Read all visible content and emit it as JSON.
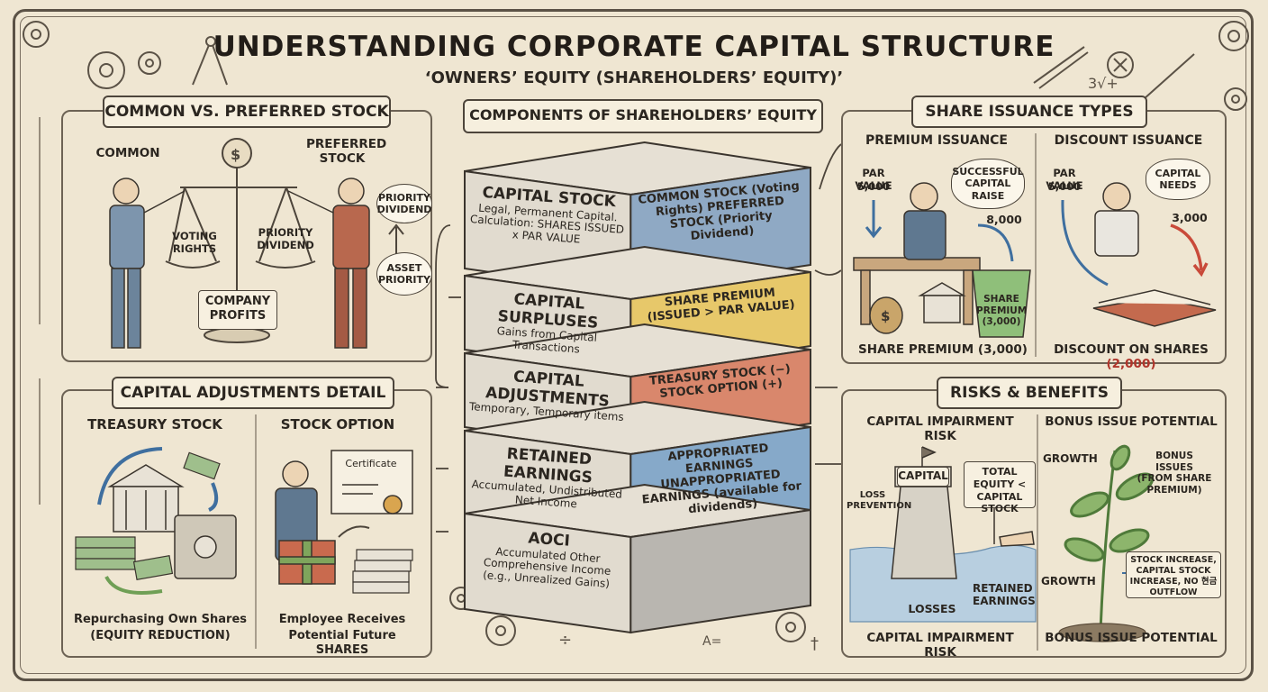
{
  "title": "UNDERSTANDING CORPORATE CAPITAL STRUCTURE",
  "subtitle": "‘OWNERS’ EQUITY (SHAREHOLDERS’ EQUITY)’",
  "common_vs_preferred": {
    "heading": "COMMON VS. PREFERRED STOCK",
    "common_label": "COMMON",
    "preferred_label": "PREFERRED STOCK",
    "voting_rights": "VOTING RIGHTS",
    "priority_dividend_pan": "PRIORITY DIVIDEND",
    "company_profits": "COMPANY PROFITS",
    "priority_dividend_bubble": "PRIORITY DIVIDEND",
    "asset_priority": "ASSET PRIORITY"
  },
  "capital_adjustments": {
    "heading": "CAPITAL ADJUSTMENTS DETAIL",
    "treasury_title": "TREASURY STOCK",
    "option_title": "STOCK OPTION",
    "certificate": "Certificate",
    "treasury_caption_1": "Repurchasing Own Shares",
    "treasury_caption_2": "(EQUITY REDUCTION)",
    "option_caption_1": "Employee Receives",
    "option_caption_2": "Potential Future SHARES"
  },
  "components": {
    "heading": "COMPONENTS OF SHAREHOLDERS’ EQUITY",
    "layers": [
      {
        "name": "CAPITAL STOCK",
        "desc": "Legal, Permanent Capital. Calculation: SHARES ISSUED x PAR VALUE",
        "side": "COMMON STOCK (Voting Rights) PREFERRED STOCK (Priority Dividend)",
        "color": "#8fa9c4"
      },
      {
        "name": "CAPITAL SURPLUSES",
        "desc": "Gains from Capital Transactions",
        "side": "SHARE PREMIUM (ISSUED > PAR VALUE)",
        "color": "#e7c86a"
      },
      {
        "name": "CAPITAL ADJUSTMENTS",
        "desc": "Temporary, Temporary items",
        "side": "TREASURY STOCK (−) STOCK OPTION (+)",
        "color": "#d9876c"
      },
      {
        "name": "RETAINED EARNINGS",
        "desc": "Accumulated, Undistributed Net Income",
        "side": "APPROPRIATED EARNINGS UNAPPROPRIATED EARNINGS (available for dividends)",
        "color": "#86a9c9"
      },
      {
        "name": "AOCI",
        "desc": "Accumulated Other Comprehensive Income (e.g., Unrealized Gains)",
        "side": "",
        "color": "#b9b6b0"
      }
    ]
  },
  "share_issuance": {
    "heading": "SHARE ISSUANCE TYPES",
    "premium_title": "PREMIUM ISSUANCE",
    "discount_title": "DISCOUNT ISSUANCE",
    "premium_par_label": "PAR VALUE",
    "premium_par_value": "5,000",
    "premium_raise": "SUCCESSFUL CAPITAL RAISE",
    "premium_amount": "8,000",
    "premium_bucket": "SHARE PREMIUM (3,000)",
    "premium_caption": "SHARE PREMIUM (3,000)",
    "discount_par_label": "PAR VALUE",
    "discount_par_value": "5,000",
    "discount_needs": "CAPITAL NEEDS",
    "discount_amount": "3,000",
    "discount_caption": "DISCOUNT ON SHARES",
    "discount_caption_value": "(2,000)"
  },
  "risks_benefits": {
    "heading": "RISKS & BENEFITS",
    "impairment_title": "CAPITAL IMPAIRMENT RISK",
    "bonus_title": "BONUS ISSUE POTENTIAL",
    "capital_sign": "CAPITAL",
    "loss_prevention": "LOSS PREVENTION",
    "equity_sign": "TOTAL EQUITY < CAPITAL STOCK",
    "losses": "LOSSES",
    "retained": "RETAINED EARNINGS",
    "impairment_caption": "CAPITAL IMPAIRMENT RISK",
    "growth_top": "GROWTH",
    "growth_bottom": "GROWTH",
    "bonus_issues": "BONUS ISSUES (FROM SHARE PREMIUM)",
    "stock_increase": "STOCK INCREASE, CAPITAL STOCK INCREASE, NO 현금 OUTFLOW",
    "bonus_caption": "BONUS ISSUE POTENTIAL"
  },
  "colors": {
    "ink": "#2b2620",
    "paper": "#efe6d2",
    "blue": "#8fa9c4",
    "yellow": "#e7c86a",
    "red": "#d9876c",
    "gray": "#b9b6b0",
    "discount_red": "#b0352b"
  }
}
